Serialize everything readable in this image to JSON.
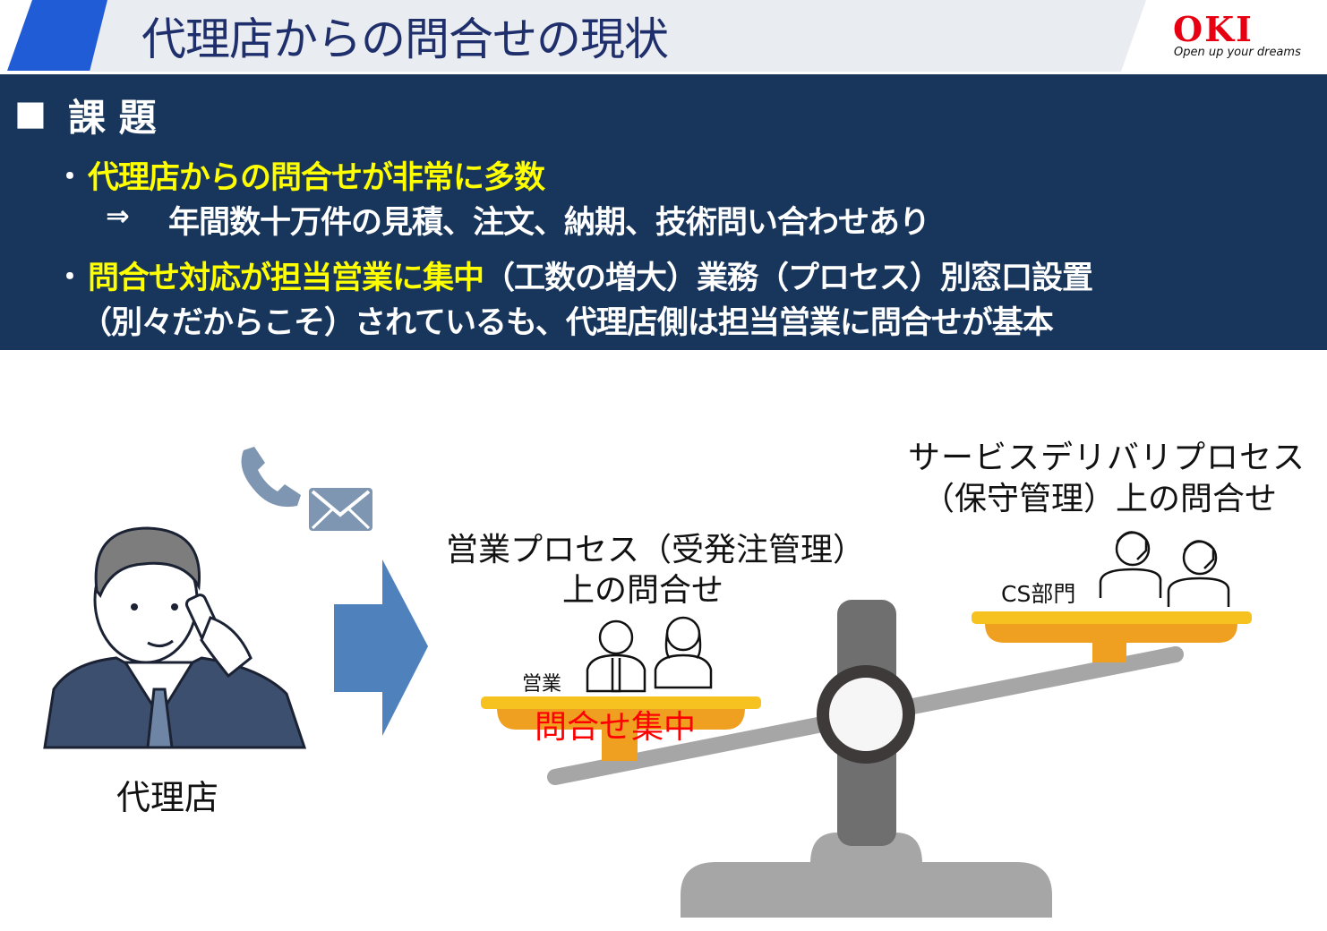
{
  "header": {
    "title": "代理店からの問合せの現状",
    "logo": "OKI",
    "tagline": "Open up your dreams"
  },
  "issues": {
    "heading_marker": "■",
    "heading": "課 題",
    "bullet1": "・",
    "item1_highlight": "代理店からの問合せが非常に多数",
    "item1_arrow": "⇒",
    "item1_detail": "年間数十万件の見積、注文、納期、技術問い合わせあり",
    "bullet2": "・",
    "item2_highlight": "問合せ対応が担当営業に集中",
    "item2_rest": "（工数の増大）業務（プロセス）別窓口設置",
    "item2_line2": "（別々だからこそ）されているも、代理店側は担当営業に問合せが基本"
  },
  "diagram": {
    "agency_label": "代理店",
    "sales_process_line1": "営業プロセス（受発注管理）",
    "sales_process_line2": "上の問合せ",
    "sales_label": "営業",
    "concentration_label": "問合せ集中",
    "service_process_line1": "サービスデリバリプロセス",
    "service_process_line2": "（保守管理）上の問合せ",
    "cs_label": "CS部門"
  },
  "colors": {
    "navy": "#18365c",
    "accent_blue": "#1f5cd6",
    "highlight": "#ffff00",
    "alert": "#ff0000",
    "pan_top": "#f5c21f",
    "pan_bowl": "#f0a020",
    "arrow": "#4f81bd"
  }
}
